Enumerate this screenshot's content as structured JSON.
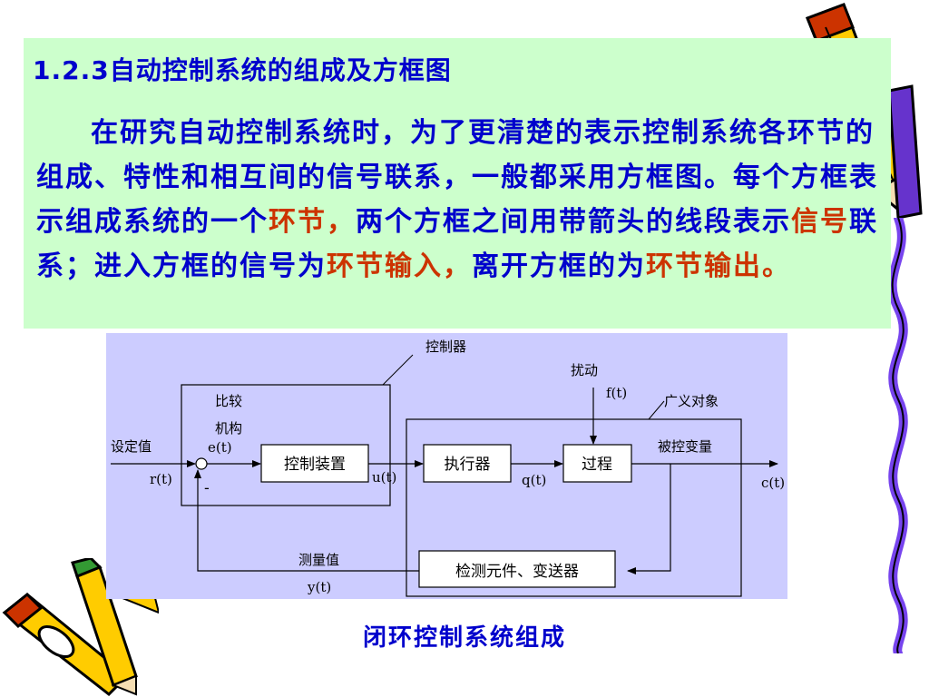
{
  "heading": "1.2.3自动控制系统的组成及方框图",
  "paragraph": {
    "part1": "在研究自动控制系统时，为了更清楚的表示控制系统各环节的组成、特性和相互间的信号联系，一般都采用方框图。每个方框表示组成系统的一个",
    "hl1": "环节",
    "hl1_comma": "，",
    "part2": "两个方框之间用带箭头的线段表示",
    "hl2": "信号",
    "part3": "联系；进入方框的信号为",
    "hl3": "环节输入",
    "hl3_comma": "，",
    "part4": "离开方框的为",
    "hl4": "环节输出",
    "part5": "。"
  },
  "diagram": {
    "controller_label": "控制器",
    "comparator_label_1": "比较",
    "comparator_label_2": "机构",
    "disturbance_label": "扰动",
    "disturbance_signal": "f(t)",
    "process_object_label": "广义对象",
    "setpoint_label": "设定值",
    "setpoint_signal": "r(t)",
    "error_signal": "e(t)",
    "minus_sign": "-",
    "control_device": "控制装置",
    "control_signal": "u(t)",
    "actuator": "执行器",
    "manipulated_signal": "q(t)",
    "process": "过程",
    "controlled_variable_label": "被控变量",
    "output_signal": "c(t)",
    "measurement_label": "测量值",
    "measurement_signal": "y(t)",
    "sensor_transmitter": "检测元件、变送器"
  },
  "caption": "闭环控制系统组成",
  "colors": {
    "text_blue": "#0000cc",
    "highlight": "#cc3300",
    "text_panel_bg": "#ccffcc",
    "diagram_bg": "#ccccff",
    "pencil_purple": "#7744ee",
    "pencil_yellow": "#ffcc00"
  }
}
